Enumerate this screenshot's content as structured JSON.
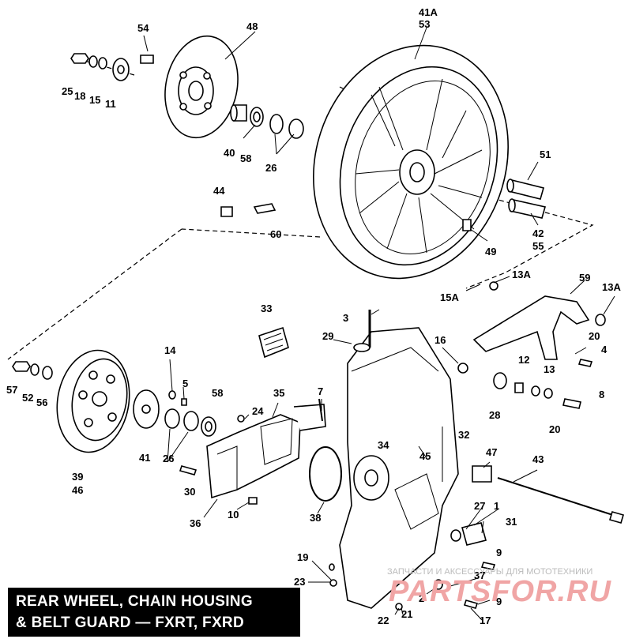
{
  "title_lines": [
    "REAR WHEEL, CHAIN HOUSING",
    "& BELT GUARD — FXRT, FXRD"
  ],
  "watermark": {
    "text": "ЗАПЧАСТИ И АКСЕССУАРЫ ДЛЯ МОТОТЕХНИКИ",
    "logo": "PARTSFOR.RU",
    "color": "#f0a5a5"
  },
  "callouts": [
    "54",
    "48",
    "41A",
    "53",
    "25",
    "18",
    "15",
    "11",
    "40",
    "58",
    "26",
    "51",
    "44",
    "60",
    "42",
    "55",
    "49",
    "13A",
    "15A",
    "59",
    "13A",
    "33",
    "3",
    "29",
    "16",
    "20",
    "4",
    "14",
    "5",
    "58",
    "35",
    "7",
    "12",
    "13",
    "57",
    "52",
    "56",
    "24",
    "28",
    "8",
    "20",
    "32",
    "34",
    "45",
    "41",
    "26",
    "47",
    "43",
    "39",
    "46",
    "30",
    "36",
    "10",
    "38",
    "27",
    "1",
    "31",
    "9",
    "19",
    "23",
    "37",
    "2",
    "9",
    "22",
    "21",
    "17"
  ]
}
